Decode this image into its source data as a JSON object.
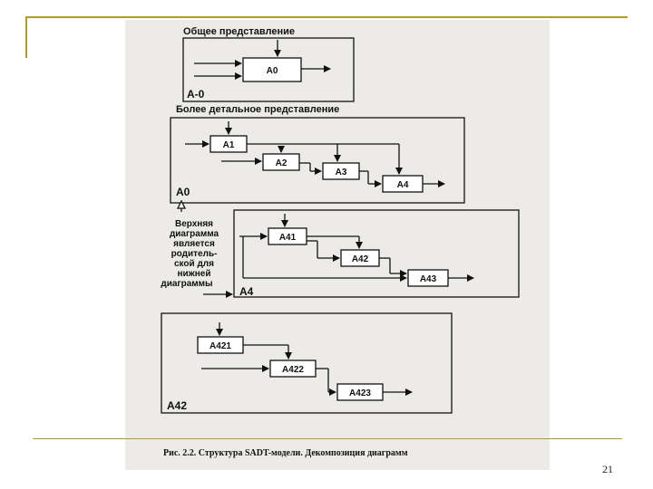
{
  "slide": {
    "page_number": "21",
    "accent_color": "#b59a2a"
  },
  "diagram": {
    "labels": {
      "general_view": "Общее представление",
      "detailed_view": "Более детальное представление",
      "top_diagram_note": [
        "Верхняя",
        "диаграмма",
        "является",
        "родитель-",
        "ской для",
        "нижней",
        "диаграммы"
      ],
      "a_minus_0": "А-0",
      "a0_frame": "А0",
      "a4_frame": "А4",
      "a42_frame": "А42"
    },
    "blocks": {
      "A0": "А0",
      "A1": "А1",
      "A2": "А2",
      "A3": "А3",
      "A4": "А4",
      "A41": "А41",
      "A42": "А42",
      "A43": "А43",
      "A421": "А421",
      "A422": "А422",
      "A423": "А423"
    },
    "caption": "Рис. 2.2. Структура SADT-модели. Декомпозиция диаграмм"
  }
}
